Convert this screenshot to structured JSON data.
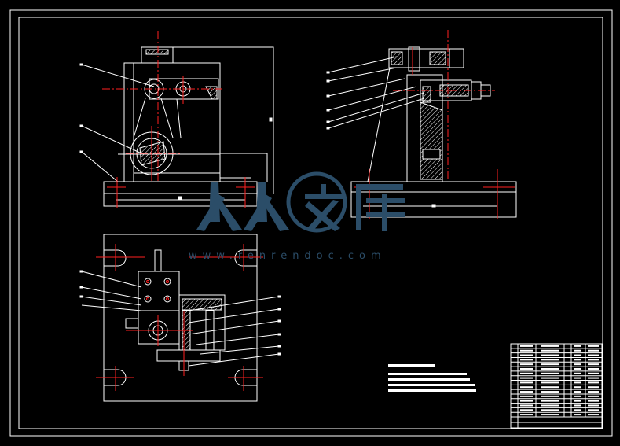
{
  "drawing": {
    "background": "#000000",
    "line_color": "#ffffff",
    "centerline_color": "#ff2020",
    "hatch_color": "#ffffff",
    "leader_color": "#ffffff"
  },
  "watermark": {
    "logo_text": "人人文库",
    "url_text": "www.renrendoc.com",
    "color": "#2b4d68"
  },
  "title_block": {
    "rows": 16,
    "columns": 6
  }
}
